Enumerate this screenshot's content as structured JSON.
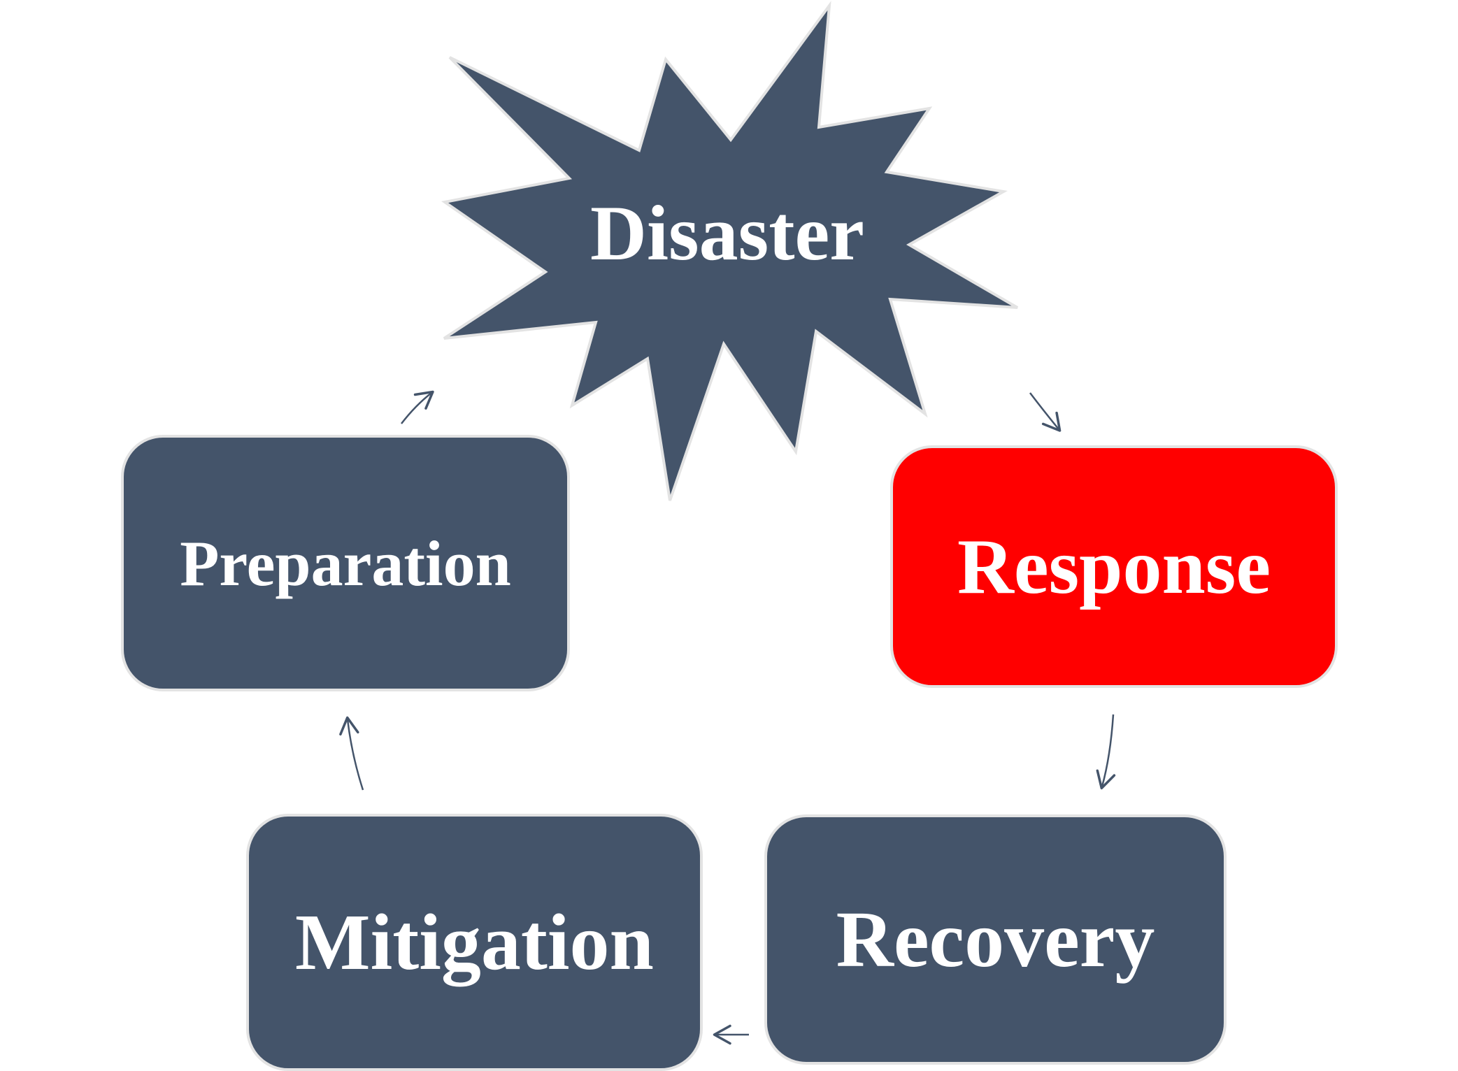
{
  "diagram": {
    "center": {
      "label": "Disaster"
    },
    "stages": [
      {
        "id": "preparation",
        "label": "Preparation"
      },
      {
        "id": "response",
        "label": "Response",
        "highlighted": true
      },
      {
        "id": "mitigation",
        "label": "Mitigation"
      },
      {
        "id": "recovery",
        "label": "Recovery"
      }
    ],
    "colors": {
      "node_fill": "#44546a",
      "highlight_fill": "#ff0000",
      "border": "#e3e3e3",
      "text": "#ffffff",
      "arrow": "#44546a"
    }
  }
}
